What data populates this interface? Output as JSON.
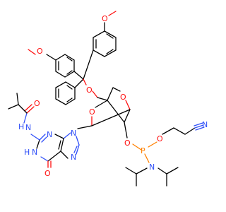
{
  "colors": {
    "bond": "#000000",
    "oxygen": "#ff0d0d",
    "nitrogen": "#3050f8",
    "phosphorus": "#ff8000",
    "background": "#ffffff"
  },
  "labels": {
    "o_methoxy_left": "O",
    "o_methoxy_right": "O",
    "o_ether": "O",
    "o_ring_top": "O",
    "o_ring_left": "O",
    "o_amide": "O",
    "nh_amide": "N",
    "nh_amide_h": "H",
    "n_purine_9": "N",
    "n_purine_3": "N",
    "n_purine_7": "N",
    "nh_purine": "N",
    "nh_purine_h": "H",
    "o_carbonyl": "O",
    "o_phosphite": "O",
    "p": "P",
    "o_cyanoethyl": "O",
    "n_nitrile": "N",
    "n_amine": "N"
  }
}
